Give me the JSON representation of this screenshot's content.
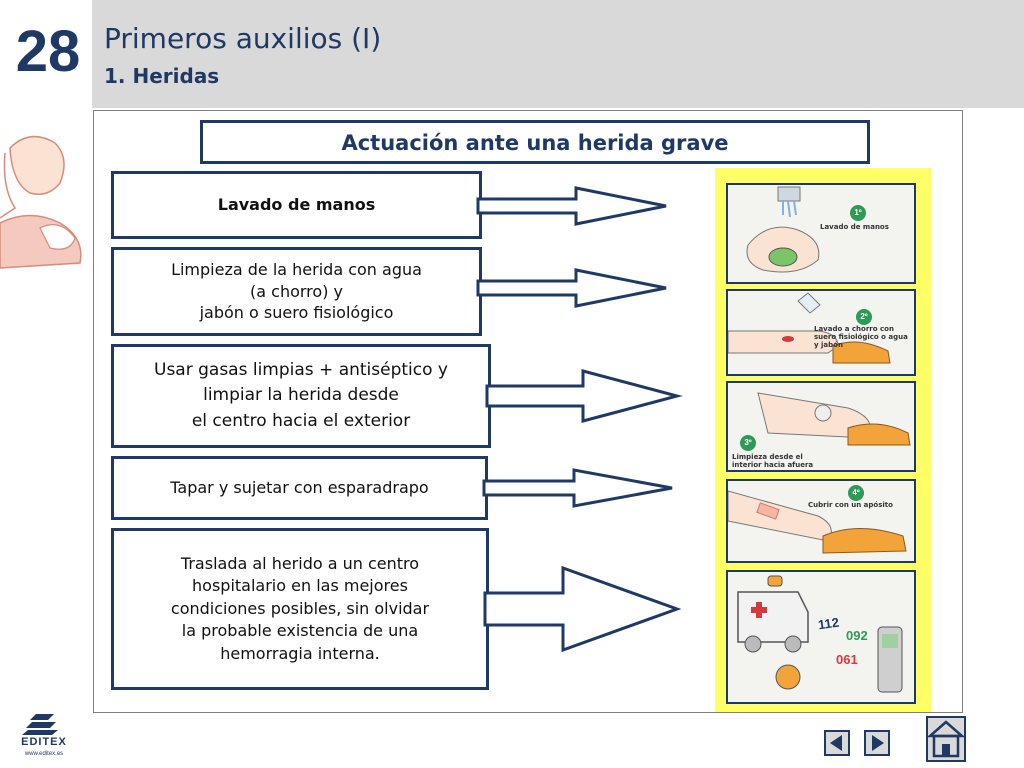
{
  "header": {
    "slide_number": "28",
    "title": "Primeros auxilios (I)",
    "subtitle": "1. Heridas"
  },
  "section_title": "Actuación ante una herida grave",
  "steps": [
    {
      "lines": [
        "Lavado de manos"
      ]
    },
    {
      "lines": [
        "Limpieza de la herida con agua",
        "(a chorro) y",
        "jabón o suero fisiológico"
      ]
    },
    {
      "lines": [
        "Usar gasas limpias + antiséptico y",
        "limpiar la herida desde",
        "el centro hacia el exterior"
      ]
    },
    {
      "lines": [
        "Tapar y sujetar con esparadrapo"
      ]
    },
    {
      "lines": [
        "Traslada al herido a un centro",
        "hospitalario en las mejores",
        "condiciones posibles, sin olvidar",
        "la probable existencia de  una",
        "hemorragia interna."
      ]
    }
  ],
  "illustrations": [
    {
      "badge": "1º",
      "label": "Lavado de manos",
      "icon": "hand-washing-icon"
    },
    {
      "badge": "2º",
      "label": "Lavado a chorro con suero fisiológico o agua y jabón",
      "icon": "wound-rinse-icon"
    },
    {
      "badge": "3º",
      "label": "Limpieza desde el interior hacia afuera",
      "icon": "gauze-cleaning-icon"
    },
    {
      "badge": "4º",
      "label": "Cubrir con un apósito",
      "icon": "bandage-icon"
    },
    {
      "badge": "",
      "label": "",
      "icon": "ambulance-phone-icon",
      "numbers": [
        "112",
        "092",
        "061"
      ]
    }
  ],
  "logo": {
    "name": "EDITEX",
    "url": "www.editex.es"
  },
  "colors": {
    "navy": "#1f3864",
    "header_bg": "#d9d9d9",
    "panel": "#ffff66",
    "badge": "#2e9a55"
  }
}
